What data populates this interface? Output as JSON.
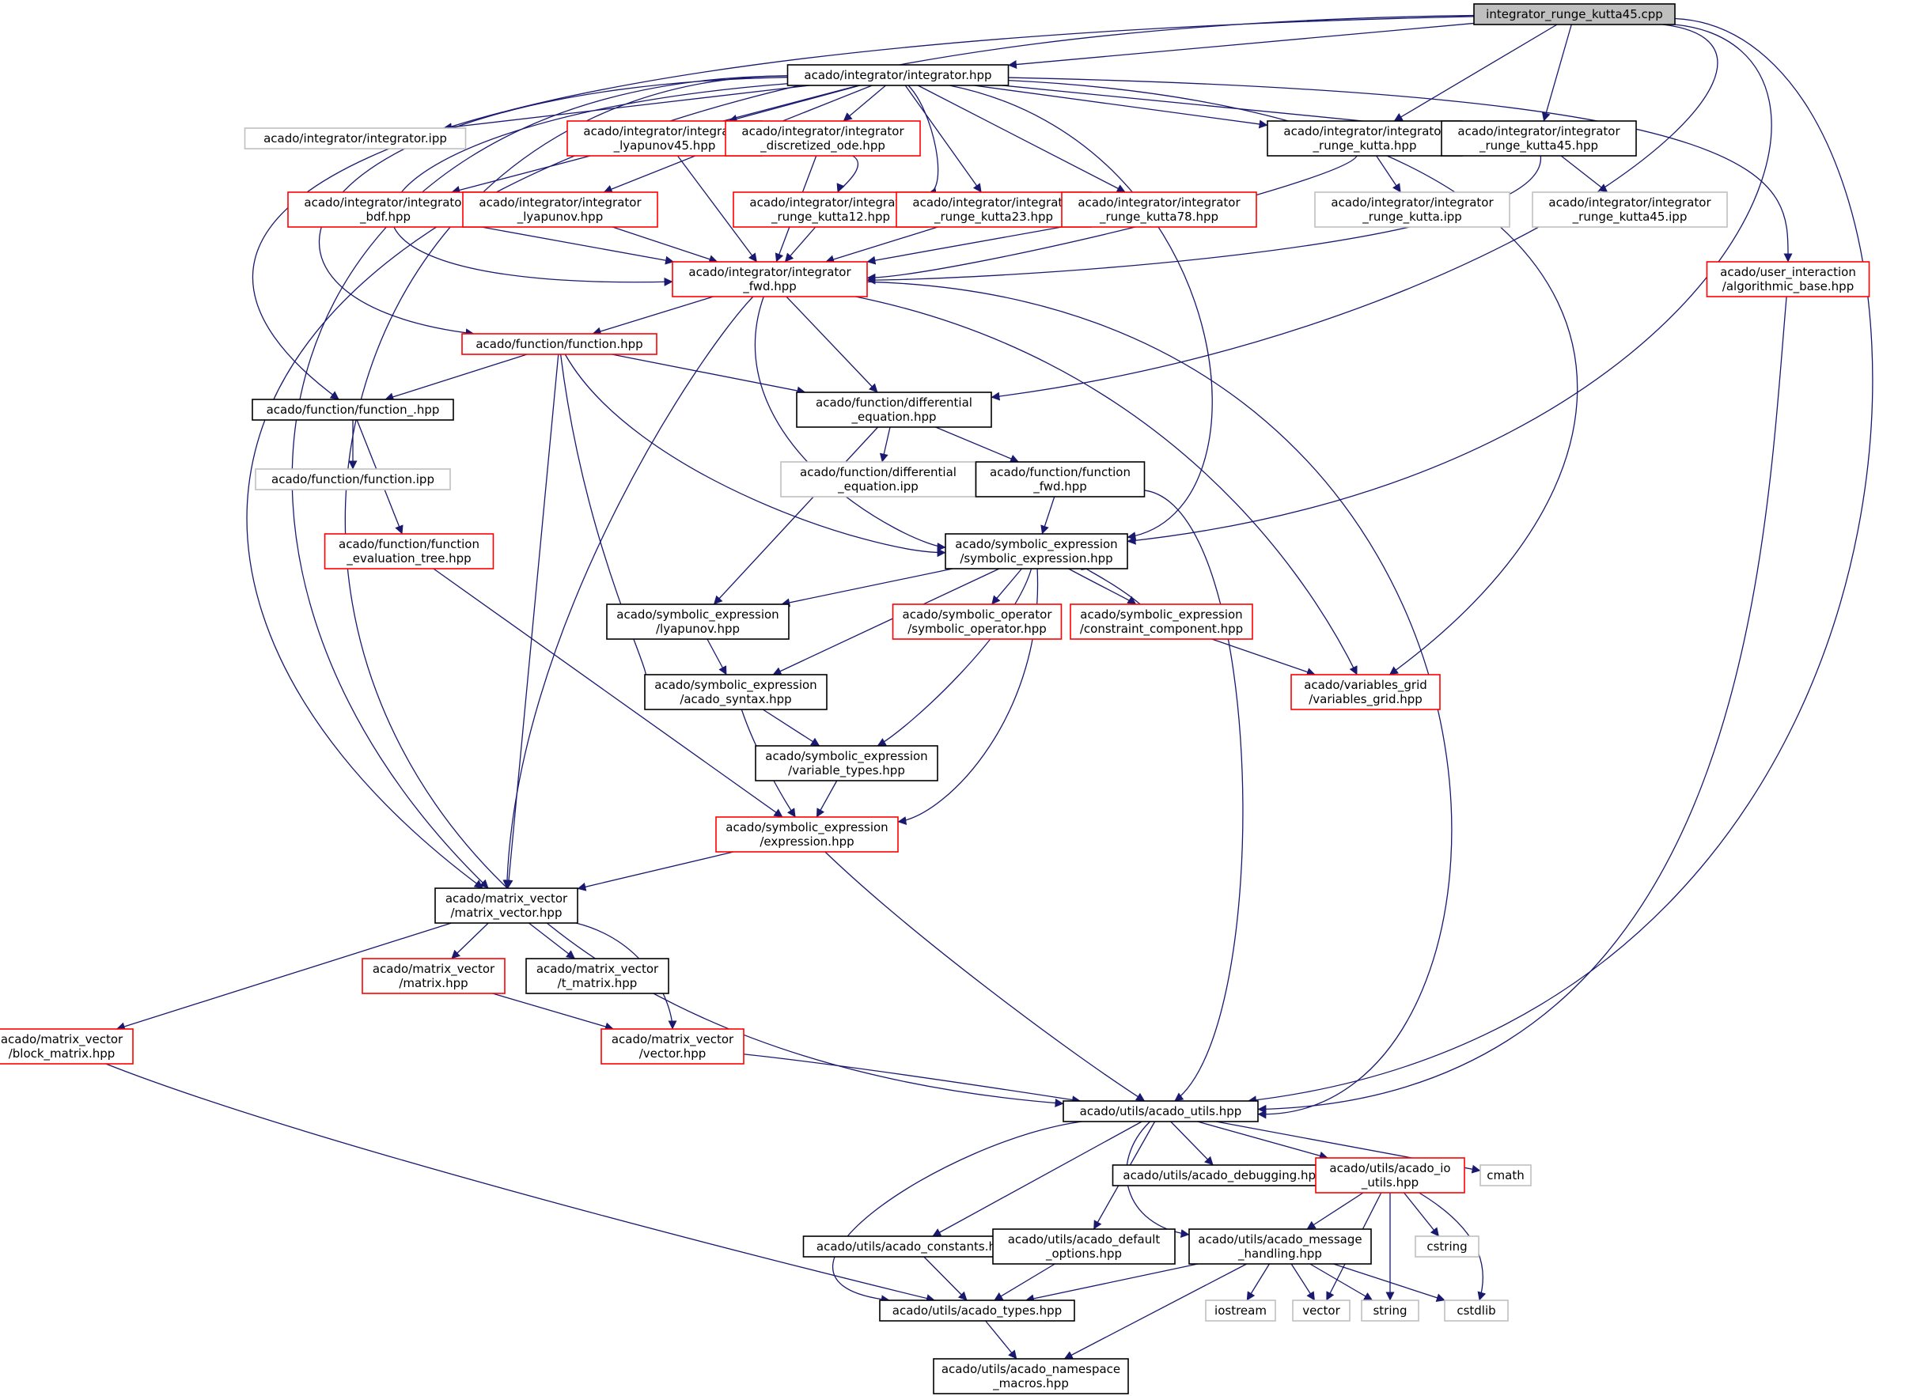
{
  "colors": {
    "edge": "#191970",
    "normal_border": "#000000",
    "error_border": "#ff0000",
    "missing_border": "#bfbfbf",
    "root_fill": "#bfbfbf",
    "text": "#000000"
  },
  "nodes": [
    {
      "id": "root",
      "lines": [
        "integrator_runge_kutta45.cpp"
      ],
      "style": "root"
    },
    {
      "id": "integrator_hpp",
      "lines": [
        "acado/integrator/integrator.hpp"
      ],
      "style": "normal"
    },
    {
      "id": "integrator_ipp",
      "lines": [
        "acado/integrator/integrator.ipp"
      ],
      "style": "missing"
    },
    {
      "id": "lyapunov45",
      "lines": [
        "acado/integrator/integrator",
        "_lyapunov45.hpp"
      ],
      "style": "error"
    },
    {
      "id": "discretized",
      "lines": [
        "acado/integrator/integrator",
        "_discretized_ode.hpp"
      ],
      "style": "error"
    },
    {
      "id": "rk_hpp",
      "lines": [
        "acado/integrator/integrator",
        "_runge_kutta.hpp"
      ],
      "style": "normal"
    },
    {
      "id": "rk45_hpp",
      "lines": [
        "acado/integrator/integrator",
        "_runge_kutta45.hpp"
      ],
      "style": "normal"
    },
    {
      "id": "bdf",
      "lines": [
        "acado/integrator/integrator",
        "_bdf.hpp"
      ],
      "style": "error"
    },
    {
      "id": "lyapunov",
      "lines": [
        "acado/integrator/integrator",
        "_lyapunov.hpp"
      ],
      "style": "error"
    },
    {
      "id": "rk12",
      "lines": [
        "acado/integrator/integrator",
        "_runge_kutta12.hpp"
      ],
      "style": "error"
    },
    {
      "id": "rk23",
      "lines": [
        "acado/integrator/integrator",
        "_runge_kutta23.hpp"
      ],
      "style": "error"
    },
    {
      "id": "rk78",
      "lines": [
        "acado/integrator/integrator",
        "_runge_kutta78.hpp"
      ],
      "style": "error"
    },
    {
      "id": "rk_ipp",
      "lines": [
        "acado/integrator/integrator",
        "_runge_kutta.ipp"
      ],
      "style": "missing"
    },
    {
      "id": "rk45_ipp",
      "lines": [
        "acado/integrator/integrator",
        "_runge_kutta45.ipp"
      ],
      "style": "missing"
    },
    {
      "id": "algorithmic",
      "lines": [
        "acado/user_interaction",
        "/algorithmic_base.hpp"
      ],
      "style": "error"
    },
    {
      "id": "fwd",
      "lines": [
        "acado/integrator/integrator",
        "_fwd.hpp"
      ],
      "style": "error"
    },
    {
      "id": "function_hpp",
      "lines": [
        "acado/function/function.hpp"
      ],
      "style": "error"
    },
    {
      "id": "function_",
      "lines": [
        "acado/function/function_.hpp"
      ],
      "style": "normal"
    },
    {
      "id": "function_ipp",
      "lines": [
        "acado/function/function.ipp"
      ],
      "style": "missing"
    },
    {
      "id": "diffeq",
      "lines": [
        "acado/function/differential",
        "_equation.hpp"
      ],
      "style": "normal"
    },
    {
      "id": "diffeq_ipp",
      "lines": [
        "acado/function/differential",
        "_equation.ipp"
      ],
      "style": "missing"
    },
    {
      "id": "function_fwd",
      "lines": [
        "acado/function/function",
        "_fwd.hpp"
      ],
      "style": "normal"
    },
    {
      "id": "eval_tree",
      "lines": [
        "acado/function/function",
        "_evaluation_tree.hpp"
      ],
      "style": "error"
    },
    {
      "id": "symexpr",
      "lines": [
        "acado/symbolic_expression",
        "/symbolic_expression.hpp"
      ],
      "style": "normal"
    },
    {
      "id": "sym_lyapunov",
      "lines": [
        "acado/symbolic_expression",
        "/lyapunov.hpp"
      ],
      "style": "normal"
    },
    {
      "id": "symop",
      "lines": [
        "acado/symbolic_operator",
        "/symbolic_operator.hpp"
      ],
      "style": "error"
    },
    {
      "id": "constraint",
      "lines": [
        "acado/symbolic_expression",
        "/constraint_component.hpp"
      ],
      "style": "error"
    },
    {
      "id": "vargrid",
      "lines": [
        "acado/variables_grid",
        "/variables_grid.hpp"
      ],
      "style": "error"
    },
    {
      "id": "syntax",
      "lines": [
        "acado/symbolic_expression",
        "/acado_syntax.hpp"
      ],
      "style": "normal"
    },
    {
      "id": "vartypes",
      "lines": [
        "acado/symbolic_expression",
        "/variable_types.hpp"
      ],
      "style": "normal"
    },
    {
      "id": "expression",
      "lines": [
        "acado/symbolic_expression",
        "/expression.hpp"
      ],
      "style": "error"
    },
    {
      "id": "matvec",
      "lines": [
        "acado/matrix_vector",
        "/matrix_vector.hpp"
      ],
      "style": "normal"
    },
    {
      "id": "matrix",
      "lines": [
        "acado/matrix_vector",
        "/matrix.hpp"
      ],
      "style": "error"
    },
    {
      "id": "tmatrix",
      "lines": [
        "acado/matrix_vector",
        "/t_matrix.hpp"
      ],
      "style": "normal"
    },
    {
      "id": "block",
      "lines": [
        "acado/matrix_vector",
        "/block_matrix.hpp"
      ],
      "style": "error"
    },
    {
      "id": "vector_hpp",
      "lines": [
        "acado/matrix_vector",
        "/vector.hpp"
      ],
      "style": "error"
    },
    {
      "id": "utils",
      "lines": [
        "acado/utils/acado_utils.hpp"
      ],
      "style": "normal"
    },
    {
      "id": "debugging",
      "lines": [
        "acado/utils/acado_debugging.hpp"
      ],
      "style": "normal"
    },
    {
      "id": "io_utils",
      "lines": [
        "acado/utils/acado_io",
        "_utils.hpp"
      ],
      "style": "error"
    },
    {
      "id": "cmath",
      "lines": [
        "cmath"
      ],
      "style": "missing"
    },
    {
      "id": "constants",
      "lines": [
        "acado/utils/acado_constants.hpp"
      ],
      "style": "normal"
    },
    {
      "id": "defaults",
      "lines": [
        "acado/utils/acado_default",
        "_options.hpp"
      ],
      "style": "normal"
    },
    {
      "id": "message",
      "lines": [
        "acado/utils/acado_message",
        "_handling.hpp"
      ],
      "style": "normal"
    },
    {
      "id": "cstring",
      "lines": [
        "cstring"
      ],
      "style": "missing"
    },
    {
      "id": "types",
      "lines": [
        "acado/utils/acado_types.hpp"
      ],
      "style": "normal"
    },
    {
      "id": "iostream",
      "lines": [
        "iostream"
      ],
      "style": "missing"
    },
    {
      "id": "vector_std",
      "lines": [
        "vector"
      ],
      "style": "missing"
    },
    {
      "id": "string",
      "lines": [
        "string"
      ],
      "style": "missing"
    },
    {
      "id": "cstdlib",
      "lines": [
        "cstdlib"
      ],
      "style": "missing"
    },
    {
      "id": "namespace",
      "lines": [
        "acado/utils/acado_namespace",
        "_macros.hpp"
      ],
      "style": "normal"
    }
  ],
  "edges": [
    [
      "root",
      "integrator_hpp"
    ],
    [
      "root",
      "rk_hpp"
    ],
    [
      "root",
      "rk45_hpp"
    ],
    [
      "root",
      "function_"
    ],
    [
      "root",
      "diffeq"
    ],
    [
      "root",
      "symexpr"
    ],
    [
      "root",
      "matvec"
    ],
    [
      "root",
      "utils"
    ],
    [
      "integrator_hpp",
      "integrator_ipp"
    ],
    [
      "integrator_hpp",
      "lyapunov45"
    ],
    [
      "integrator_hpp",
      "discretized"
    ],
    [
      "integrator_hpp",
      "rk_hpp"
    ],
    [
      "integrator_hpp",
      "rk45_hpp"
    ],
    [
      "integrator_hpp",
      "bdf"
    ],
    [
      "integrator_hpp",
      "lyapunov"
    ],
    [
      "integrator_hpp",
      "rk12"
    ],
    [
      "integrator_hpp",
      "rk23"
    ],
    [
      "integrator_hpp",
      "rk78"
    ],
    [
      "integrator_hpp",
      "fwd"
    ],
    [
      "integrator_hpp",
      "function_hpp"
    ],
    [
      "integrator_hpp",
      "algorithmic"
    ],
    [
      "integrator_hpp",
      "symexpr"
    ],
    [
      "integrator_hpp",
      "vargrid"
    ],
    [
      "integrator_hpp",
      "matvec"
    ],
    [
      "integrator_hpp",
      "utils"
    ],
    [
      "lyapunov45",
      "fwd"
    ],
    [
      "discretized",
      "fwd"
    ],
    [
      "discretized",
      "rk12"
    ],
    [
      "rk_hpp",
      "fwd"
    ],
    [
      "rk_hpp",
      "rk_ipp"
    ],
    [
      "rk45_hpp",
      "fwd"
    ],
    [
      "rk45_hpp",
      "rk45_ipp"
    ],
    [
      "bdf",
      "fwd"
    ],
    [
      "lyapunov",
      "fwd"
    ],
    [
      "rk12",
      "fwd"
    ],
    [
      "rk23",
      "fwd"
    ],
    [
      "rk78",
      "fwd"
    ],
    [
      "algorithmic",
      "utils"
    ],
    [
      "fwd",
      "function_hpp"
    ],
    [
      "fwd",
      "diffeq"
    ],
    [
      "fwd",
      "symexpr"
    ],
    [
      "fwd",
      "vargrid"
    ],
    [
      "fwd",
      "matvec"
    ],
    [
      "fwd",
      "utils"
    ],
    [
      "function_hpp",
      "function_"
    ],
    [
      "function_hpp",
      "diffeq"
    ],
    [
      "function_hpp",
      "symexpr"
    ],
    [
      "function_hpp",
      "syntax"
    ],
    [
      "function_hpp",
      "matvec"
    ],
    [
      "function_",
      "function_ipp"
    ],
    [
      "function_",
      "eval_tree"
    ],
    [
      "diffeq",
      "diffeq_ipp"
    ],
    [
      "diffeq",
      "function_fwd"
    ],
    [
      "diffeq",
      "sym_lyapunov"
    ],
    [
      "function_fwd",
      "symexpr"
    ],
    [
      "function_fwd",
      "utils"
    ],
    [
      "eval_tree",
      "expression"
    ],
    [
      "symexpr",
      "sym_lyapunov"
    ],
    [
      "symexpr",
      "symop"
    ],
    [
      "symexpr",
      "constraint"
    ],
    [
      "symexpr",
      "syntax"
    ],
    [
      "symexpr",
      "vartypes"
    ],
    [
      "symexpr",
      "expression"
    ],
    [
      "constraint",
      "symexpr"
    ],
    [
      "constraint",
      "vargrid"
    ],
    [
      "sym_lyapunov",
      "syntax"
    ],
    [
      "syntax",
      "vartypes"
    ],
    [
      "syntax",
      "expression"
    ],
    [
      "vartypes",
      "expression"
    ],
    [
      "expression",
      "matvec"
    ],
    [
      "expression",
      "utils"
    ],
    [
      "matvec",
      "matrix"
    ],
    [
      "matvec",
      "tmatrix"
    ],
    [
      "matvec",
      "block"
    ],
    [
      "matvec",
      "vector_hpp"
    ],
    [
      "matrix",
      "vector_hpp"
    ],
    [
      "block",
      "types"
    ],
    [
      "vector_hpp",
      "utils"
    ],
    [
      "utils",
      "debugging"
    ],
    [
      "utils",
      "io_utils"
    ],
    [
      "utils",
      "cmath"
    ],
    [
      "utils",
      "constants"
    ],
    [
      "utils",
      "defaults"
    ],
    [
      "utils",
      "message"
    ],
    [
      "utils",
      "types"
    ],
    [
      "io_utils",
      "message"
    ],
    [
      "io_utils",
      "cstring"
    ],
    [
      "io_utils",
      "vector_std"
    ],
    [
      "io_utils",
      "string"
    ],
    [
      "io_utils",
      "cstdlib"
    ],
    [
      "constants",
      "types"
    ],
    [
      "defaults",
      "types"
    ],
    [
      "message",
      "types"
    ],
    [
      "message",
      "namespace"
    ],
    [
      "message",
      "iostream"
    ],
    [
      "message",
      "vector_std"
    ],
    [
      "message",
      "string"
    ],
    [
      "message",
      "cstdlib"
    ],
    [
      "types",
      "namespace"
    ]
  ]
}
